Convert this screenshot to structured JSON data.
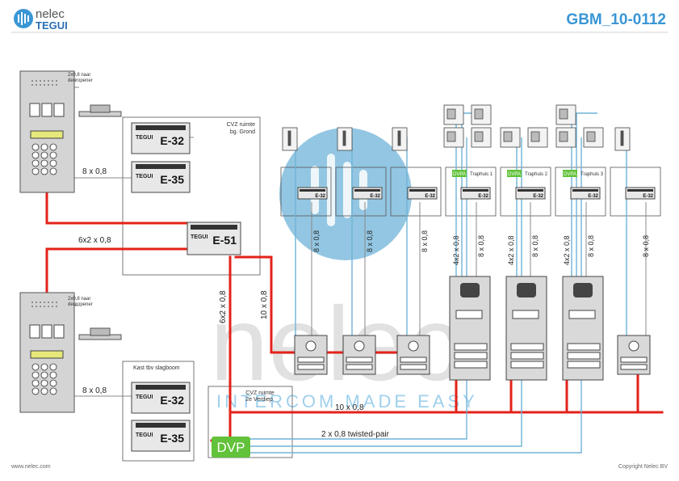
{
  "header": {
    "logo_nelec": "nelec",
    "logo_tegui": "TEGUI",
    "code": "GBM_10-0112"
  },
  "footer": {
    "website": "www.nelec.com",
    "copyright": "Copyright Nelec BV"
  },
  "watermark": {
    "word": "nelec",
    "slogan": "INTERCOM MADE EASY"
  },
  "rooms": {
    "cvz_ground_1": "CVZ ruimte",
    "cvz_ground_2": "bg. Grond",
    "cvz_2_1": "CVZ ruimte",
    "cvz_2_2": "2e Verdiep.",
    "kast": "Kast tbv slagboom"
  },
  "labels": {
    "deuropener_1": "2x0,8 naar",
    "deuropener_2": "deuropener",
    "wire_8x08": "8 x 0,8",
    "wire_6x2": "6x2 x 0,8",
    "wire_10x08": "10 x 0,8",
    "wire_twisted": "2 x 0,8 twisted-pair",
    "wire_4x2": "4x2 x 0,8",
    "dvp_big": "DVP",
    "dvpa": "DVPA"
  },
  "devices": {
    "e32": "E-32",
    "e35": "E-35",
    "e51": "E-51",
    "brand": "TEGUI"
  },
  "stairs": {
    "t1": "Traphuis 1",
    "t2": "Traphuis 2",
    "t3": "Traphuis 3"
  },
  "colors": {
    "wire_red": "#e32219",
    "wire_blue": "#6fb3d8",
    "dvp_green": "#62c23a",
    "brand_blue": "#3a96d6"
  }
}
